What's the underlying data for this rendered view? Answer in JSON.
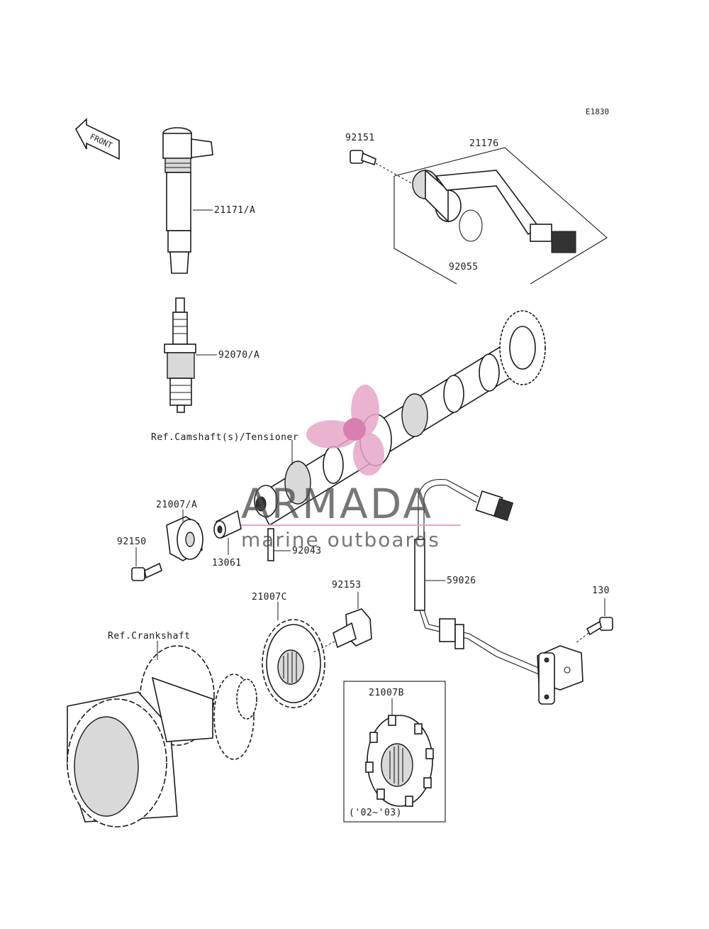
{
  "diagram_code": "E1830",
  "front_label": "FRONT",
  "parts": {
    "ignition_coil": "21171/A",
    "spark_plug": "92070/A",
    "bolt_sensor": "92151",
    "cam_sensor": "21176",
    "o_ring": "92055",
    "camshaft_ref": "Ref.Camshaft(s)/Tensioner",
    "rotor_a": "21007/A",
    "bolt_rotor": "92150",
    "sleeve": "13061",
    "pin": "92043",
    "harness": "59026",
    "bolt_pickup": "130",
    "rotor_c": "21007C",
    "bolt_crank": "92153",
    "crankshaft_ref": "Ref.Crankshaft",
    "rotor_b": "21007B",
    "rotor_b_years": "('02~'03)"
  },
  "watermark": {
    "brand": "ARMADA",
    "tagline": "marine outboards",
    "logo_color": "#e6a6c8"
  }
}
